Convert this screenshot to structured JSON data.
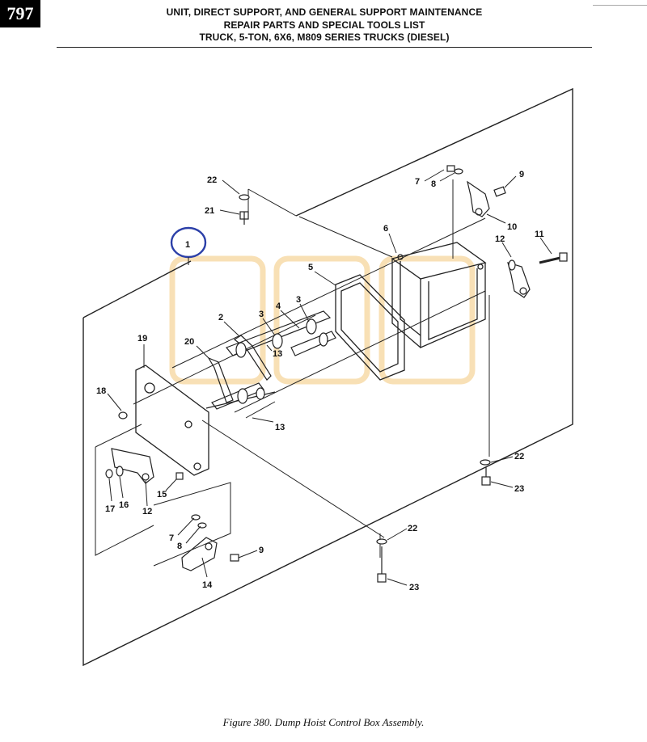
{
  "page_number": "797",
  "header": {
    "line1": "UNIT, DIRECT SUPPORT, AND GENERAL SUPPORT MAINTENANCE",
    "line2": "REPAIR PARTS AND SPECIAL TOOLS LIST",
    "line3": "TRUCK, 5-TON, 6X6, M809 SERIES TRUCKS (DIESEL)"
  },
  "callouts": {
    "c1": "1",
    "c2": "2",
    "c3a": "3",
    "c3b": "3",
    "c4": "4",
    "c5": "5",
    "c6": "6",
    "c7a": "7",
    "c7b": "7",
    "c8a": "8",
    "c8b": "8",
    "c9a": "9",
    "c9b": "9",
    "c10": "10",
    "c11": "11",
    "c12a": "12",
    "c12b": "12",
    "c13a": "13",
    "c13b": "13",
    "c14": "14",
    "c15": "15",
    "c16": "16",
    "c17": "17",
    "c18": "18",
    "c19": "19",
    "c20": "20",
    "c21": "21",
    "c22a": "22",
    "c22b": "22",
    "c22c": "22",
    "c23a": "23",
    "c23b": "23"
  },
  "caption": "Figure 380.  Dump Hoist Control Box Assembly.",
  "colors": {
    "highlight_circle": "#2b3fa8",
    "watermark": "#f3c77a"
  }
}
